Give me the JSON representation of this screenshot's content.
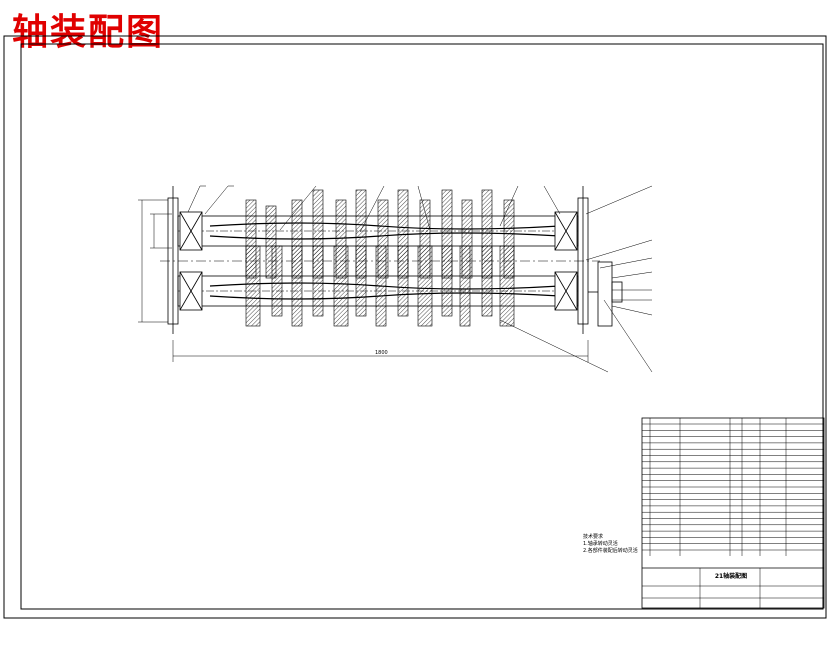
{
  "page": {
    "title": "轴装配图"
  },
  "drawing": {
    "overall_length_label": "1800",
    "title_block_name": "21轴装配图",
    "notes_title": "技术要求",
    "notes": [
      "1.轴承转动灵活",
      "2.各部件装配后转动灵活"
    ]
  }
}
